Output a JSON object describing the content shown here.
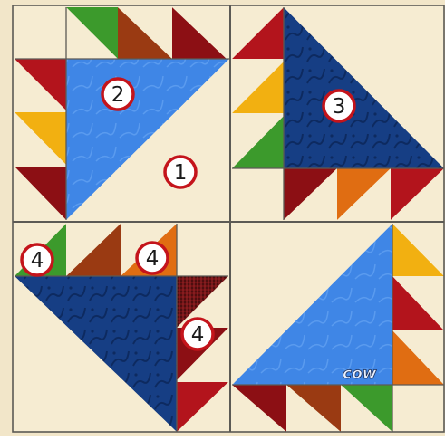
{
  "colors": {
    "background": "#f2e6c9",
    "cream": "#f6ecd2",
    "seam": "#5c5a55",
    "light_blue": "#3f86e6",
    "dark_blue": "#163e84",
    "red": "#b3141c",
    "dark_red": "#8c0f14",
    "orange": "#e06d12",
    "gold": "#f2b011",
    "green": "#3c9a2c",
    "brown": "#9a3a12",
    "plaid": "#6e1214",
    "label_fill": "#ffffff",
    "label_ring": "#c4141b",
    "label_text": "#1a1a1a"
  },
  "labels": [
    {
      "id": "label-1",
      "text": "1"
    },
    {
      "id": "label-2",
      "text": "2"
    },
    {
      "id": "label-3",
      "text": "3"
    },
    {
      "id": "label-4a",
      "text": "4"
    },
    {
      "id": "label-4b",
      "text": "4"
    },
    {
      "id": "label-4c",
      "text": "4"
    }
  ],
  "signature": "cow"
}
